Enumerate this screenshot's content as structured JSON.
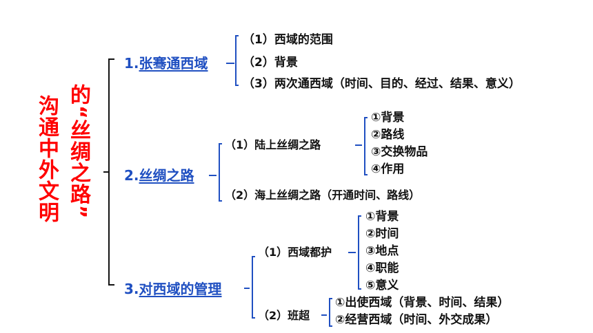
{
  "title": {
    "left_column": "沟通中外文明",
    "right_column": "的“丝绸之路”"
  },
  "sections": [
    {
      "number": "1.",
      "label": "张骞通西域",
      "items": [
        "（1）西域的范围",
        "（2）背景",
        "（3）两次通西域（时间、目的、经过、结果、意义）"
      ]
    },
    {
      "number": "2.",
      "label": "丝绸之路",
      "sub1": {
        "label": "（1）陆上丝绸之路",
        "items": [
          "①背景",
          "②路线",
          "③交换物品",
          "④作用"
        ]
      },
      "sub2": {
        "label": "（2）海上丝绸之路（开通时间、路线）"
      }
    },
    {
      "number": "3.",
      "label": "对西域的管理",
      "sub1": {
        "label": "（1）西域都护",
        "items": [
          "①背景",
          "②时间",
          "③地点",
          "④职能",
          "⑤意义"
        ]
      },
      "sub2": {
        "label": "（2）班超",
        "items": [
          "①出使西域（背景、时间、结果）",
          "②经营西域（时间、外交成果）"
        ]
      }
    }
  ],
  "colors": {
    "title": "#ff0000",
    "section": "#1f4fc1",
    "text": "#111111",
    "line": "#1f4fc1"
  }
}
